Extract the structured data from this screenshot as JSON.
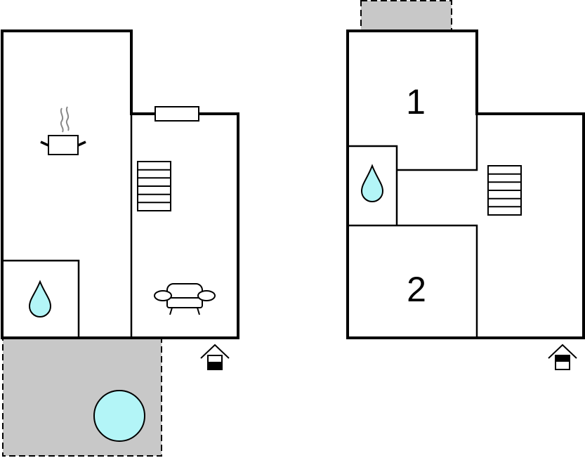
{
  "plans": [
    {
      "name": "ground-floor",
      "rooms": [],
      "icons": [
        "terrace-area",
        "pool-icon",
        "kitchen-pot-icon",
        "steam-icon",
        "bathroom-drop-icon",
        "stairs-icon",
        "sofa-icon",
        "window-icon",
        "entrance-icon"
      ]
    },
    {
      "name": "upper-floor",
      "rooms": [
        {
          "label": "1",
          "type": "bedroom"
        },
        {
          "label": "2",
          "type": "bedroom"
        }
      ],
      "icons": [
        "balcony-area",
        "bathroom-drop-icon",
        "stairs-icon",
        "entrance-icon"
      ]
    }
  ],
  "colors": {
    "wall": "#000000",
    "outdoor_area": "#c8c8c8",
    "water": "#b3f5f7",
    "steam": "#888888",
    "background": "#ffffff"
  }
}
